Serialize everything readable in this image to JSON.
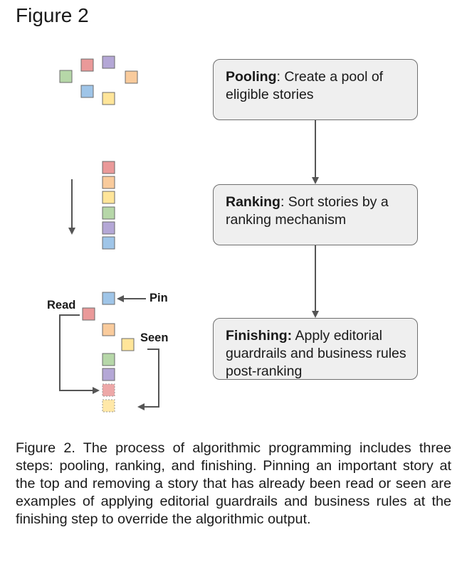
{
  "figure_title": "Figure 2",
  "steps": [
    {
      "key": "Pooling",
      "sep": ": ",
      "text": "Create a pool of eligible stories"
    },
    {
      "key": "Ranking",
      "sep": ": ",
      "text": "Sort stories by a ranking mechanism"
    },
    {
      "key": "Finishing:",
      "sep": " ",
      "text": "Apply editorial guardrails and business rules post-ranking"
    }
  ],
  "labels": {
    "read": "Read",
    "pin": "Pin",
    "seen": "Seen"
  },
  "story_colors": {
    "green": "#b6d7a8",
    "red": "#ea9999",
    "purple": "#b4a7d6",
    "orange": "#f9cb9c",
    "blue": "#9fc5e8",
    "yellow": "#ffe599"
  },
  "caption": "Figure 2. The process of algorithmic programming includes three steps: pooling, ranking, and finishing. Pinning an important story at the top and removing a story that has already been read or seen are examples of applying editorial guardrails and business rules at the finishing step to override the algorithmic output."
}
